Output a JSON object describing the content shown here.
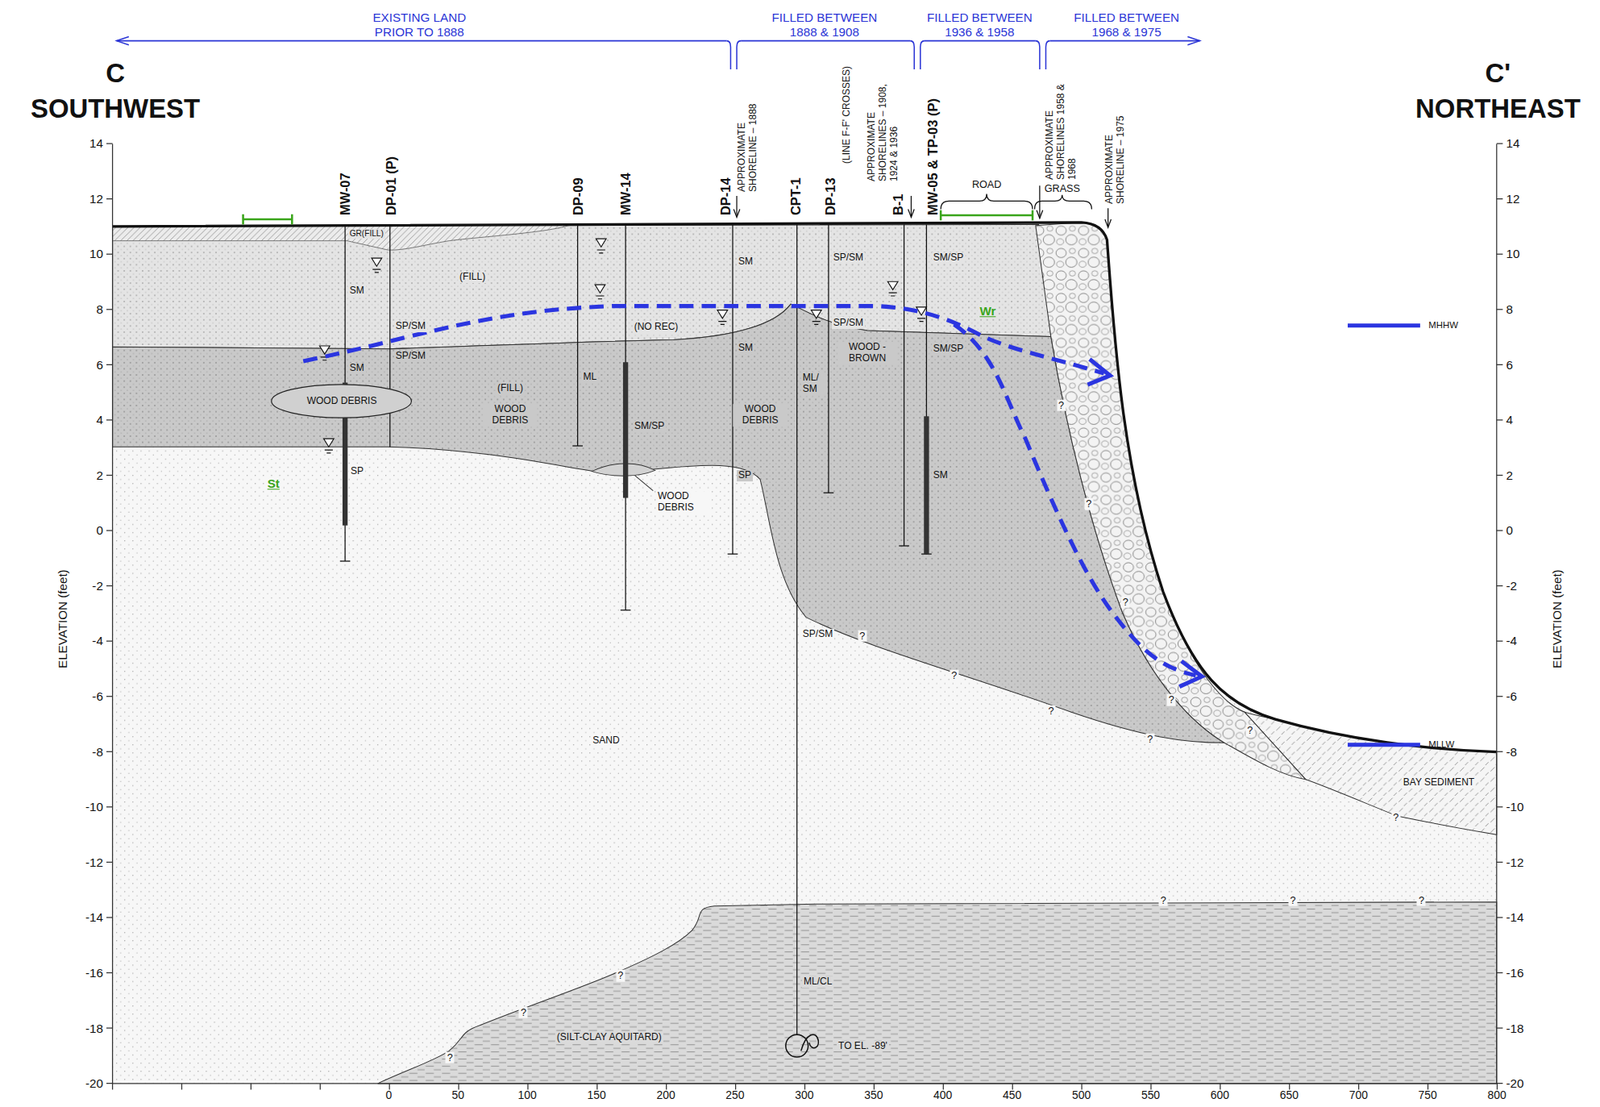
{
  "diagram": {
    "nodes": [
      {
        "text": [
          "WOOD DEBRIS"
        ]
      }
    ],
    "labels": [
      "EXISTING LAND PRIOR TO 1888",
      "FILLED BETWEEN 1888 & 1908",
      "FILLED BETWEEN 1936 & 1958",
      "FILLED BETWEEN 1968 & 1975",
      "C",
      "SOUTHWEST",
      "C'",
      "NORTHEAST",
      "14",
      "12",
      "10",
      "8",
      "6",
      "4",
      "2",
      "0",
      "-2",
      "-4",
      "-6",
      "-8",
      "-10",
      "-12",
      "-14",
      "-16",
      "-18",
      "-20",
      "14",
      "12",
      "10",
      "8",
      "6",
      "4",
      "2",
      "0",
      "-2",
      "-4",
      "-6",
      "-8",
      "-10",
      "-12",
      "-14",
      "-16",
      "-18",
      "-20",
      "0",
      "50",
      "100",
      "150",
      "200",
      "250",
      "300",
      "350",
      "400",
      "450",
      "500",
      "550",
      "600",
      "650",
      "700",
      "750",
      "800",
      "ELEVATION (feet)",
      "ELEVATION (feet)",
      "MW-07",
      "DP-01 (P)",
      "DP-09",
      "MW-14",
      "DP-14",
      "CPT-1",
      "DP-13",
      "B-1",
      "MW-05 & TP-03 (P)",
      "APPROXIMATE SHORELINE – 1888",
      "(LINE F-F' CROSSES)",
      "APPROXIMATE SHORELINES – 1908, 1924 & 1936",
      "APPROXIMATE SHORELINES 1958 & 1968",
      "APPROXIMATE SHORELINE – 1975",
      "ROAD",
      "GRASS",
      "MHHW",
      "MLLW",
      "Wr",
      "St",
      "GR(FILL)",
      "SM",
      "(FILL)",
      "SP/SM",
      "SM",
      "SP/SM",
      "SM/SP",
      "(NO REC)",
      "SM",
      "SP/SM",
      "SM",
      "SP/SM",
      "(FILL)",
      "WOOD DEBRIS",
      "ML",
      "SM/SP",
      "WOOD DEBRIS",
      "ML/ SM",
      "WOOD - BROWN",
      "SM/SP",
      "SP",
      "SP",
      "WOOD DEBRIS",
      "SM",
      "SP/SM",
      "SAND",
      "BAY SEDIMENT",
      "ML/CL",
      "(SILT-CLAY AQUITARD)",
      "TO EL. -89'",
      "?",
      "?",
      "?",
      "?",
      "?",
      "?",
      "?",
      "?",
      "?",
      "?",
      "?",
      "?",
      "?",
      "?",
      "?",
      "?"
    ]
  }
}
